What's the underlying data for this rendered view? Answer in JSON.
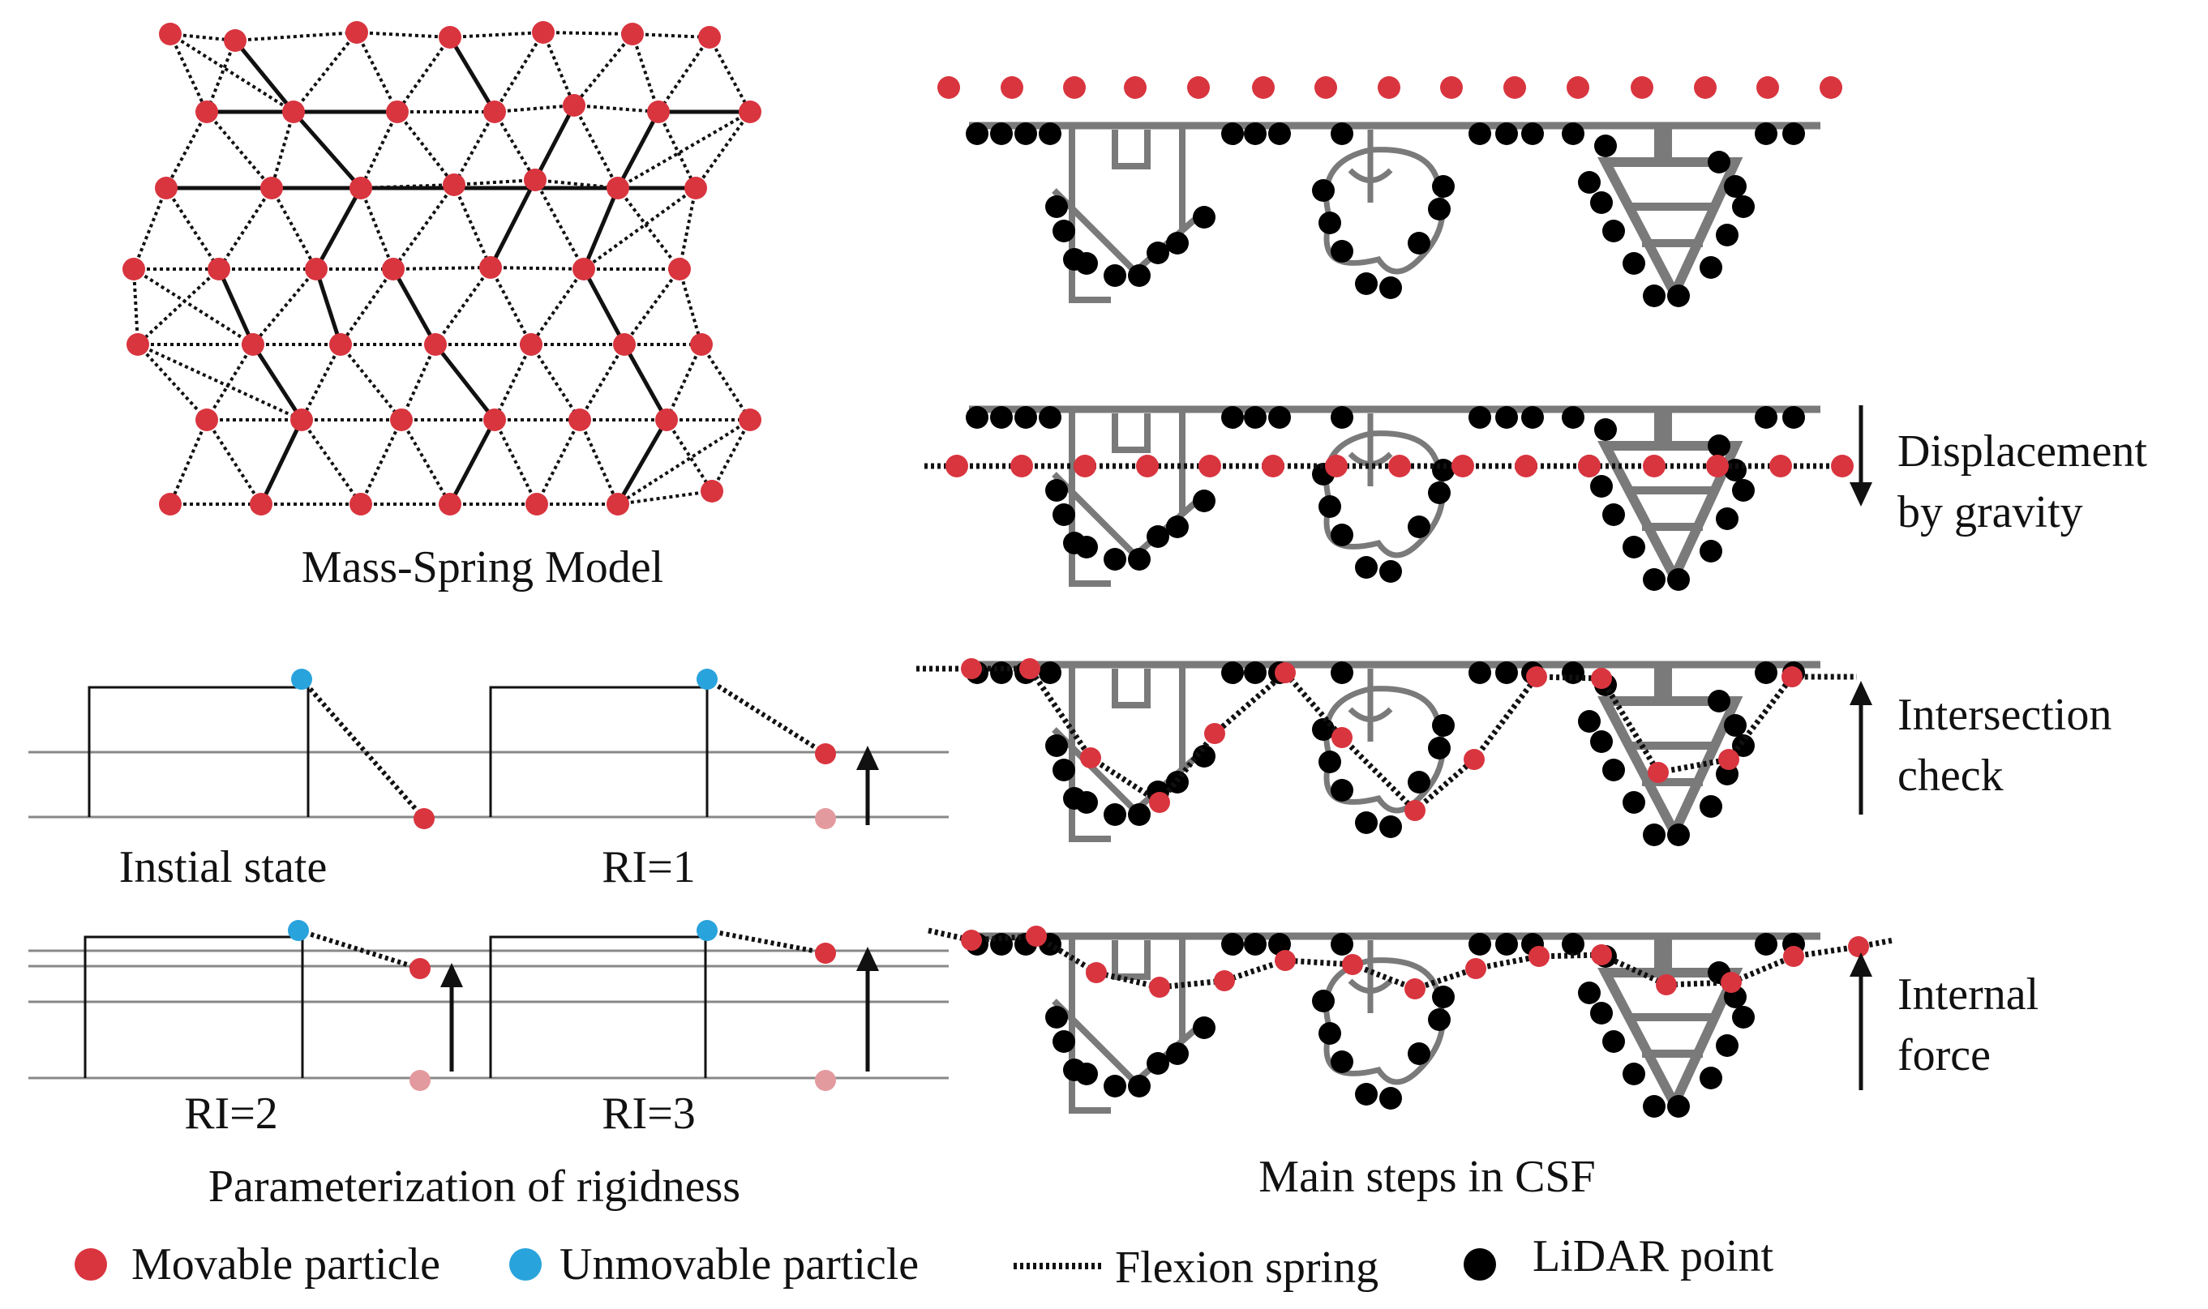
{
  "labels": {
    "mass_spring": "Mass-Spring Model",
    "initial_state": "Instial state",
    "ri1": "RI=1",
    "ri2": "RI=2",
    "ri3": "RI=3",
    "parameterization": "Parameterization of rigidness",
    "main_steps": "Main steps in CSF",
    "displacement_1": "Displacement",
    "displacement_2": "by gravity",
    "intersection_1": "Intersection",
    "intersection_2": "check",
    "internal_1": "Internal",
    "internal_2": "force"
  },
  "legend": {
    "movable": "Movable particle",
    "unmovable": "Unmovable particle",
    "flexion": "Flexion spring",
    "lidar": "LiDAR point"
  },
  "colors": {
    "movable": "#d9353f",
    "movable_faded": "#e39a9e",
    "unmovable": "#29a3dc",
    "lidar": "#000000",
    "object": "#7a7a7a"
  }
}
